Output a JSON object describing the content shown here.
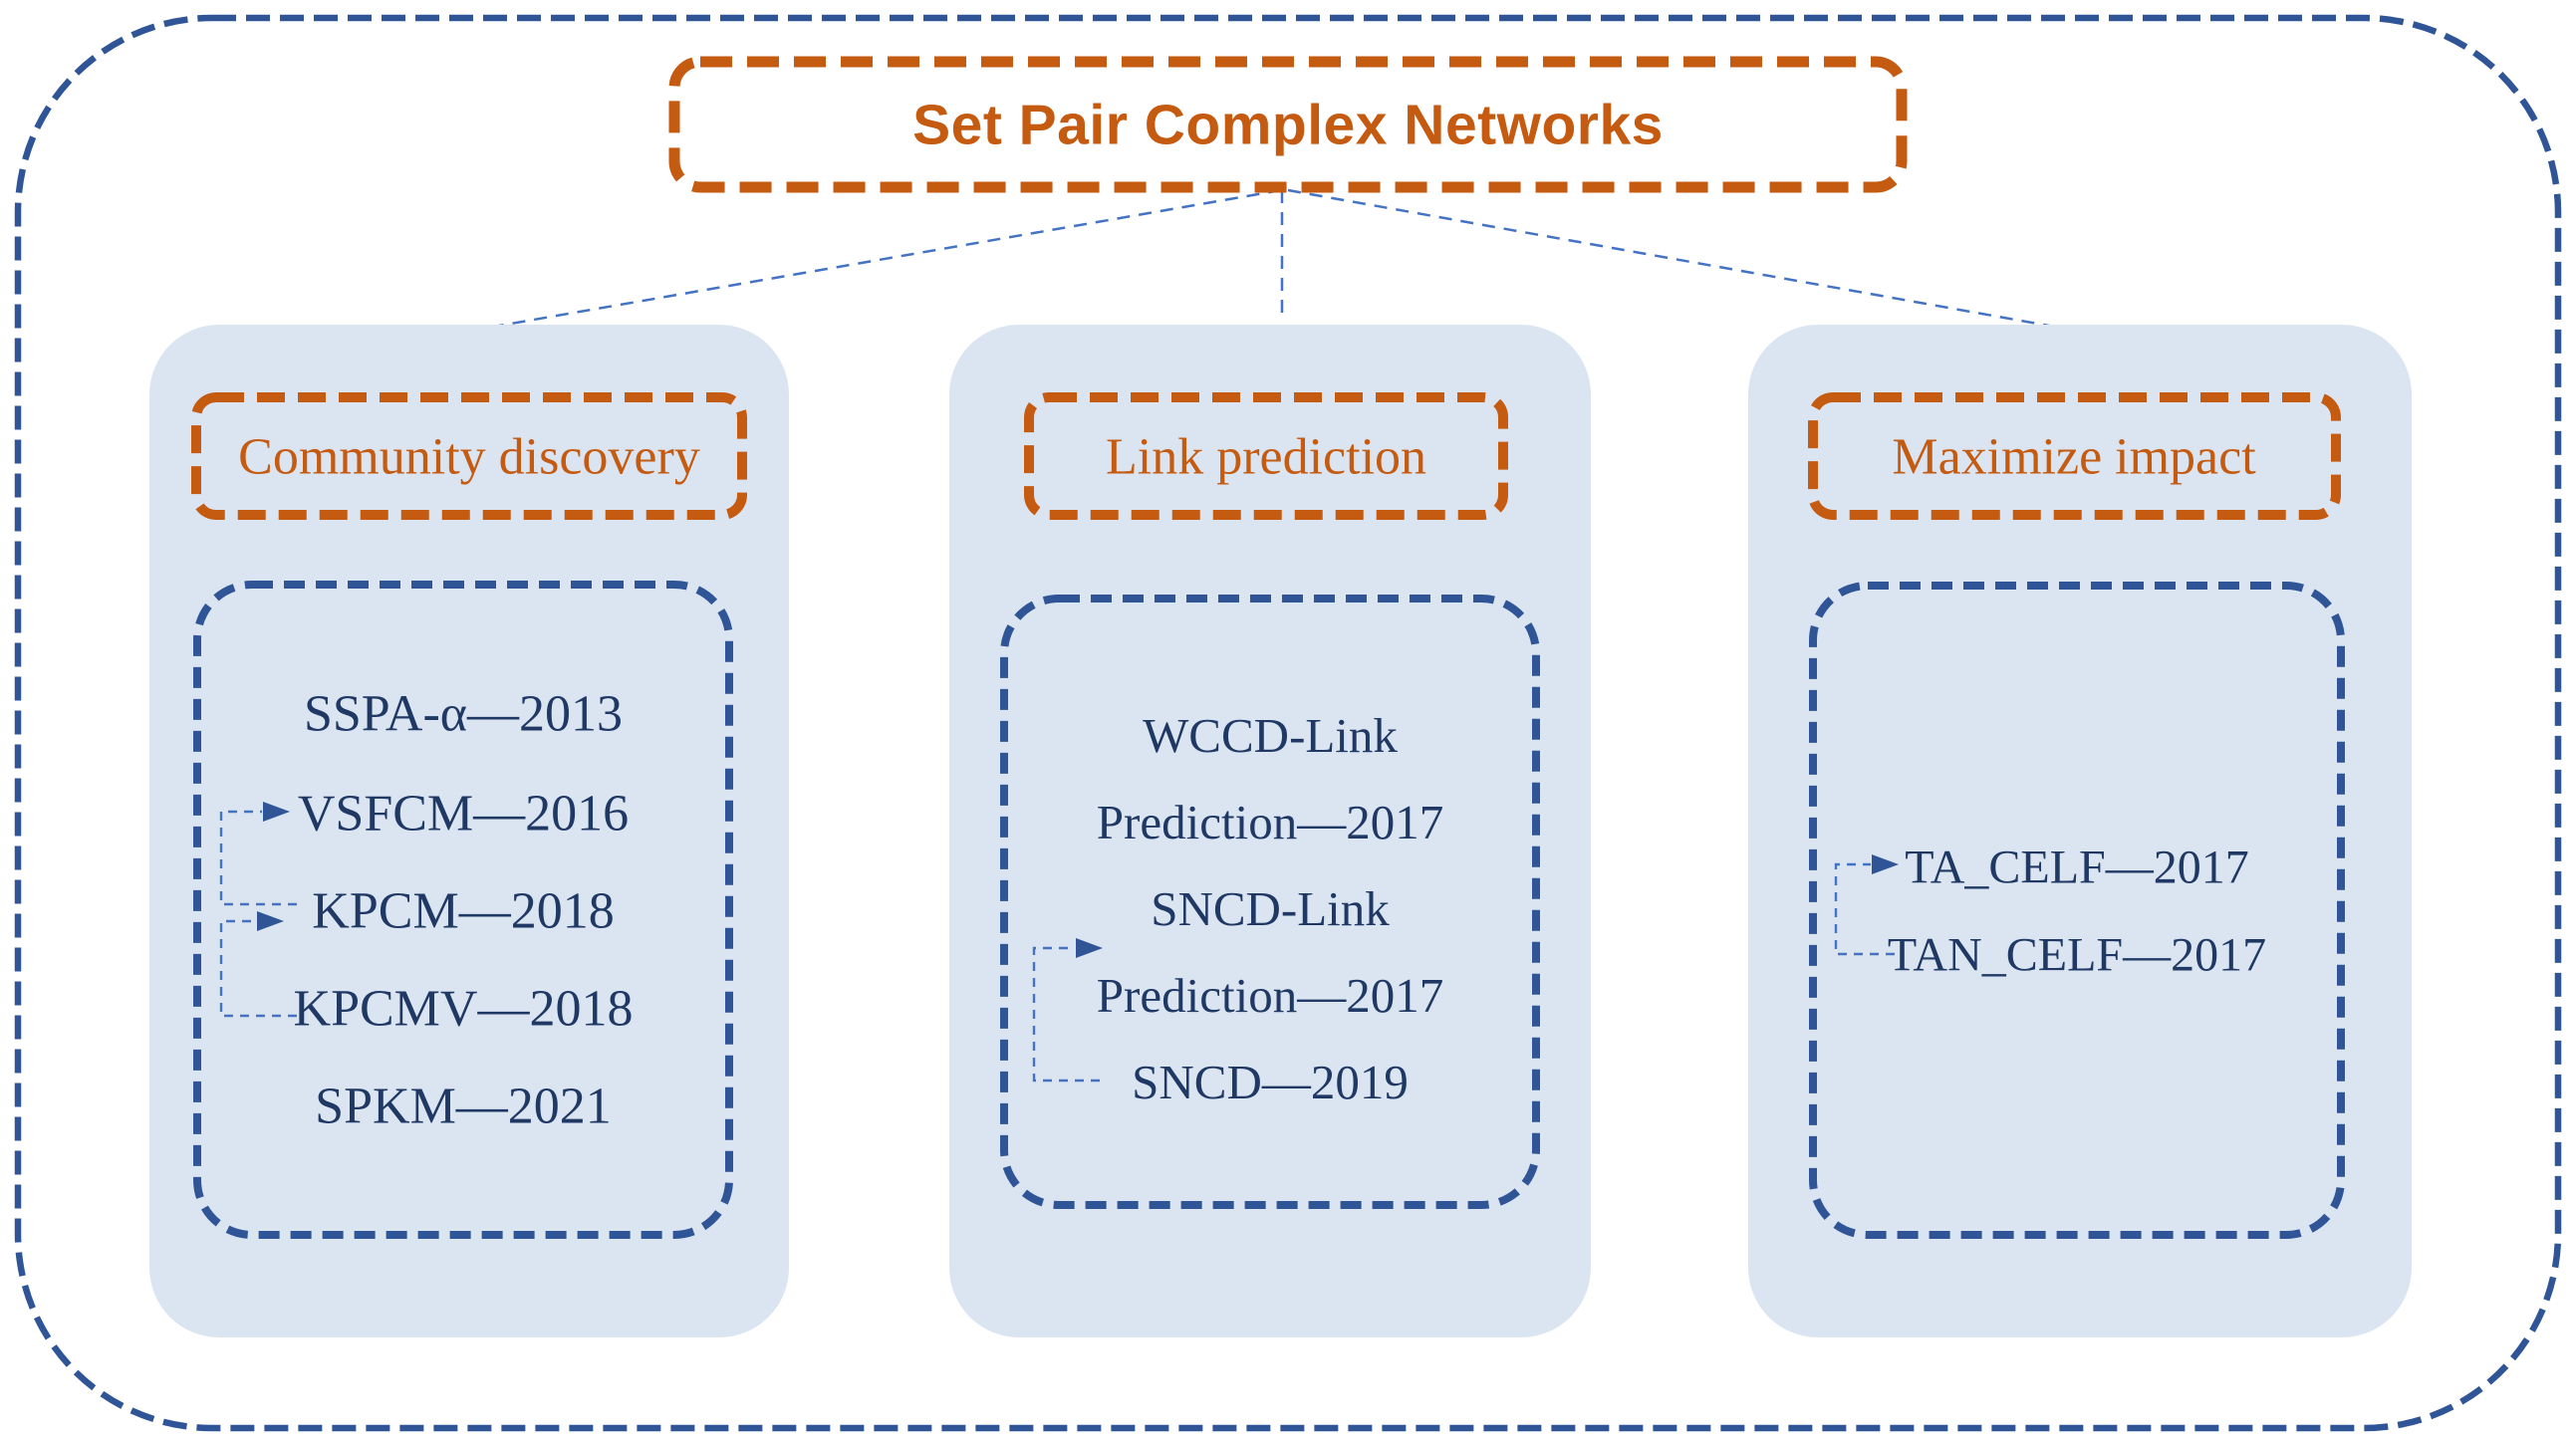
{
  "diagram": {
    "title": "Set Pair Complex Networks",
    "branches": [
      {
        "header": "Community discovery",
        "items": [
          "SSPA-α—2013",
          "VSFCM—2016",
          "KPCM—2018",
          "KPCMV—2018",
          "SPKM—2021"
        ],
        "arrow_links": [
          {
            "from": "KPCM—2018",
            "to": "VSFCM—2016"
          },
          {
            "from": "KPCMV—2018",
            "to": "KPCM—2018"
          }
        ]
      },
      {
        "header": "Link prediction",
        "items": [
          "WCCD-Link",
          "Prediction—2017",
          "SNCD-Link",
          "Prediction—2017",
          "SNCD—2019"
        ],
        "arrow_links": [
          {
            "from": "SNCD—2019",
            "to": "SNCD-Link Prediction—2017"
          }
        ]
      },
      {
        "header": "Maximize impact",
        "items": [
          "TA_CELF—2017",
          "TAN_CELF—2017"
        ],
        "arrow_links": [
          {
            "from": "TAN_CELF—2017",
            "to": "TA_CELF—2017"
          }
        ]
      }
    ],
    "colors": {
      "orange_accent": "#C55A11",
      "box_border_blue": "#2F5597",
      "item_text_navy": "#1F3864",
      "panel_background": "#DBE5F2",
      "connector_blue": "#4472C4",
      "page_background": "#FFFFFF"
    }
  }
}
